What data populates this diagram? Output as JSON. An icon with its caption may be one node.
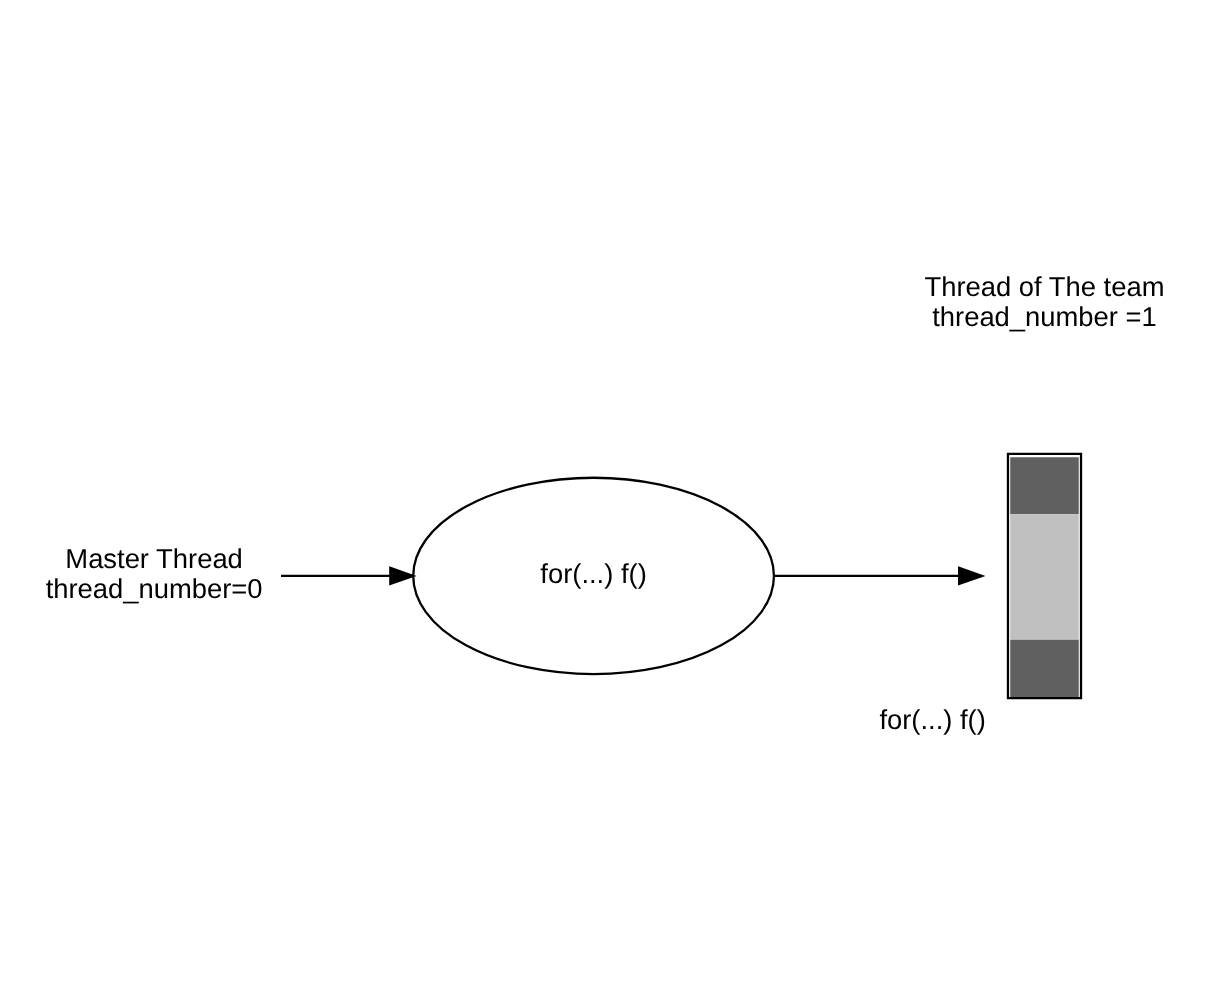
{
  "diagram": {
    "nodes": [
      {
        "text": [
          "for(...) f()"
        ]
      },
      {
        "text": [
          "Master Thread",
          "thread_number=0"
        ]
      },
      {
        "text": [
          "Thread of The team",
          "thread_number =1"
        ]
      },
      {
        "text": [],
        "shape": "bar",
        "beside": [
          "for(...) f()"
        ]
      }
    ],
    "edges": [
      {
        "from": 1,
        "to": 0,
        "arrow": "to"
      },
      {
        "from": 0,
        "to": 3,
        "arrow": "to"
      }
    ]
  }
}
